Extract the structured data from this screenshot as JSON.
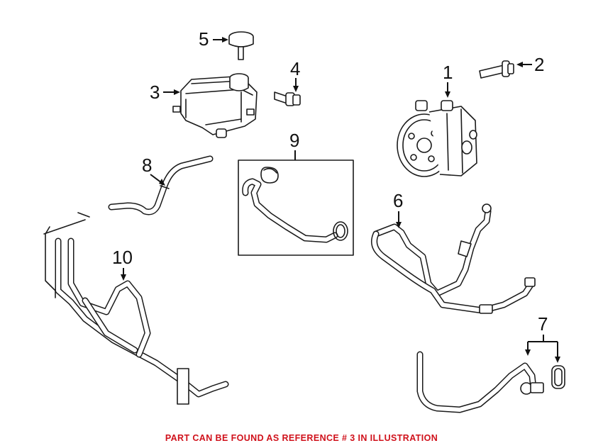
{
  "callouts": {
    "c1": "1",
    "c2": "2",
    "c3": "3",
    "c4": "4",
    "c5": "5",
    "c6": "6",
    "c7": "7",
    "c8": "8",
    "c9": "9",
    "c10": "10"
  },
  "caption": "PART CAN BE FOUND AS REFERENCE # 3 IN ILLUSTRATION",
  "colors": {
    "caption": "#d0111b",
    "lines": "#1a1a1a",
    "background": "#ffffff"
  }
}
